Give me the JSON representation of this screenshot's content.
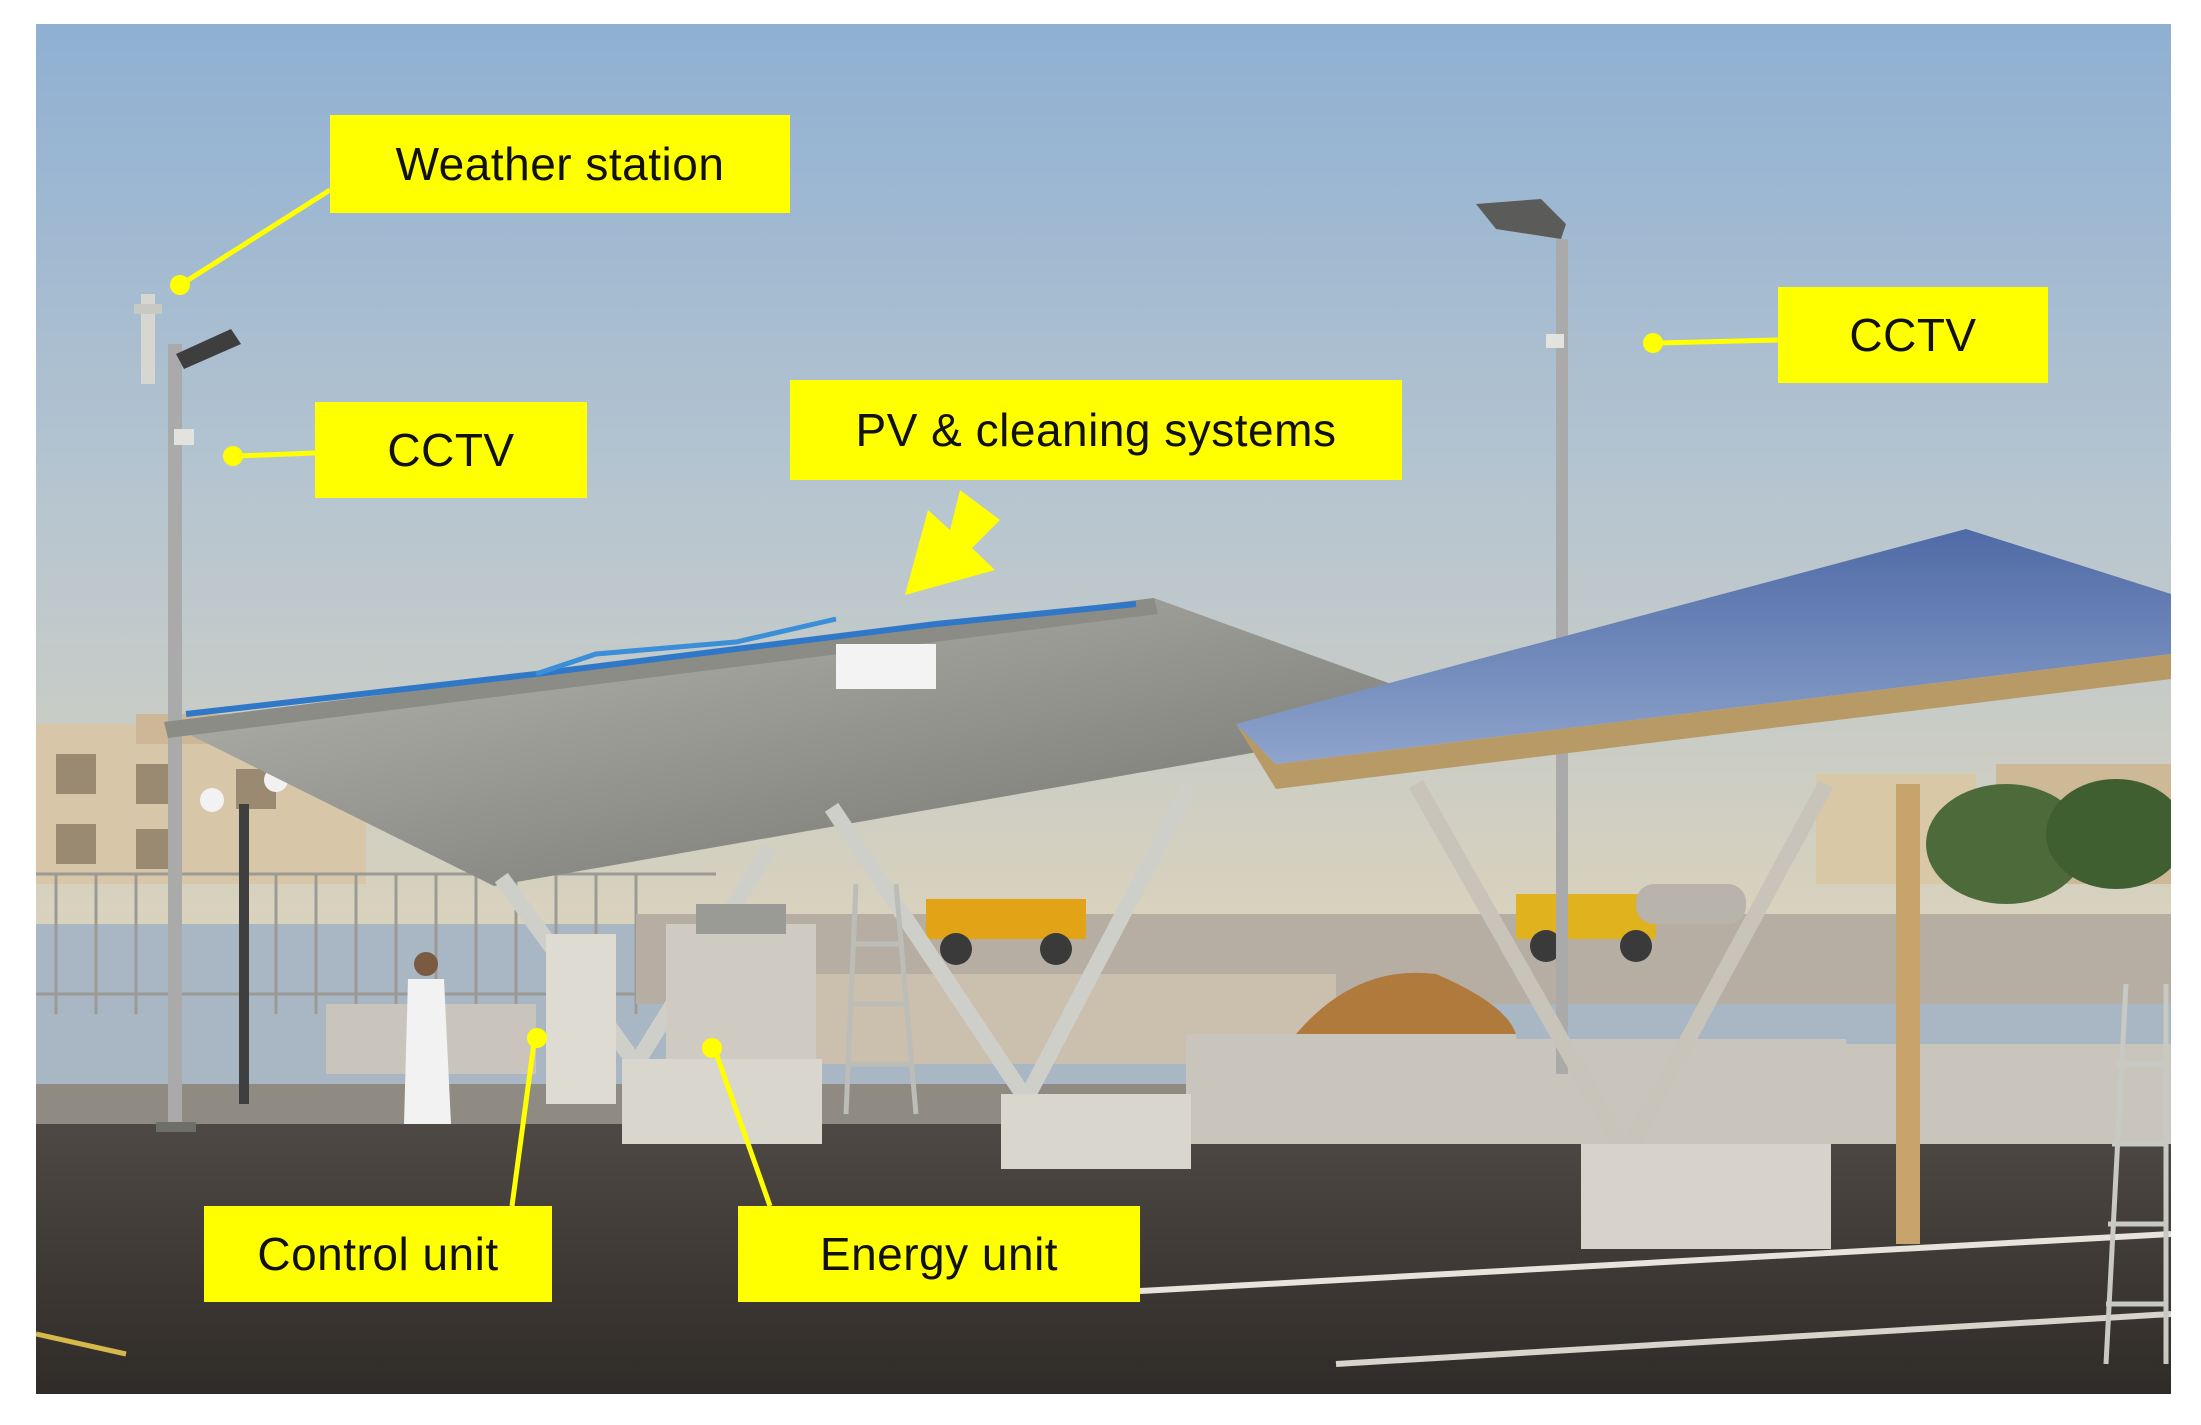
{
  "labels": {
    "weather_station": "Weather station",
    "cctv_left": "CCTV",
    "pv_cleaning": "PV & cleaning systems",
    "cctv_right": "CCTV",
    "control_unit": "Control unit",
    "energy_unit": "Energy unit"
  },
  "colors": {
    "callout_background": "#ffff00",
    "callout_text": "#111111",
    "leader_line": "#ffff00"
  }
}
